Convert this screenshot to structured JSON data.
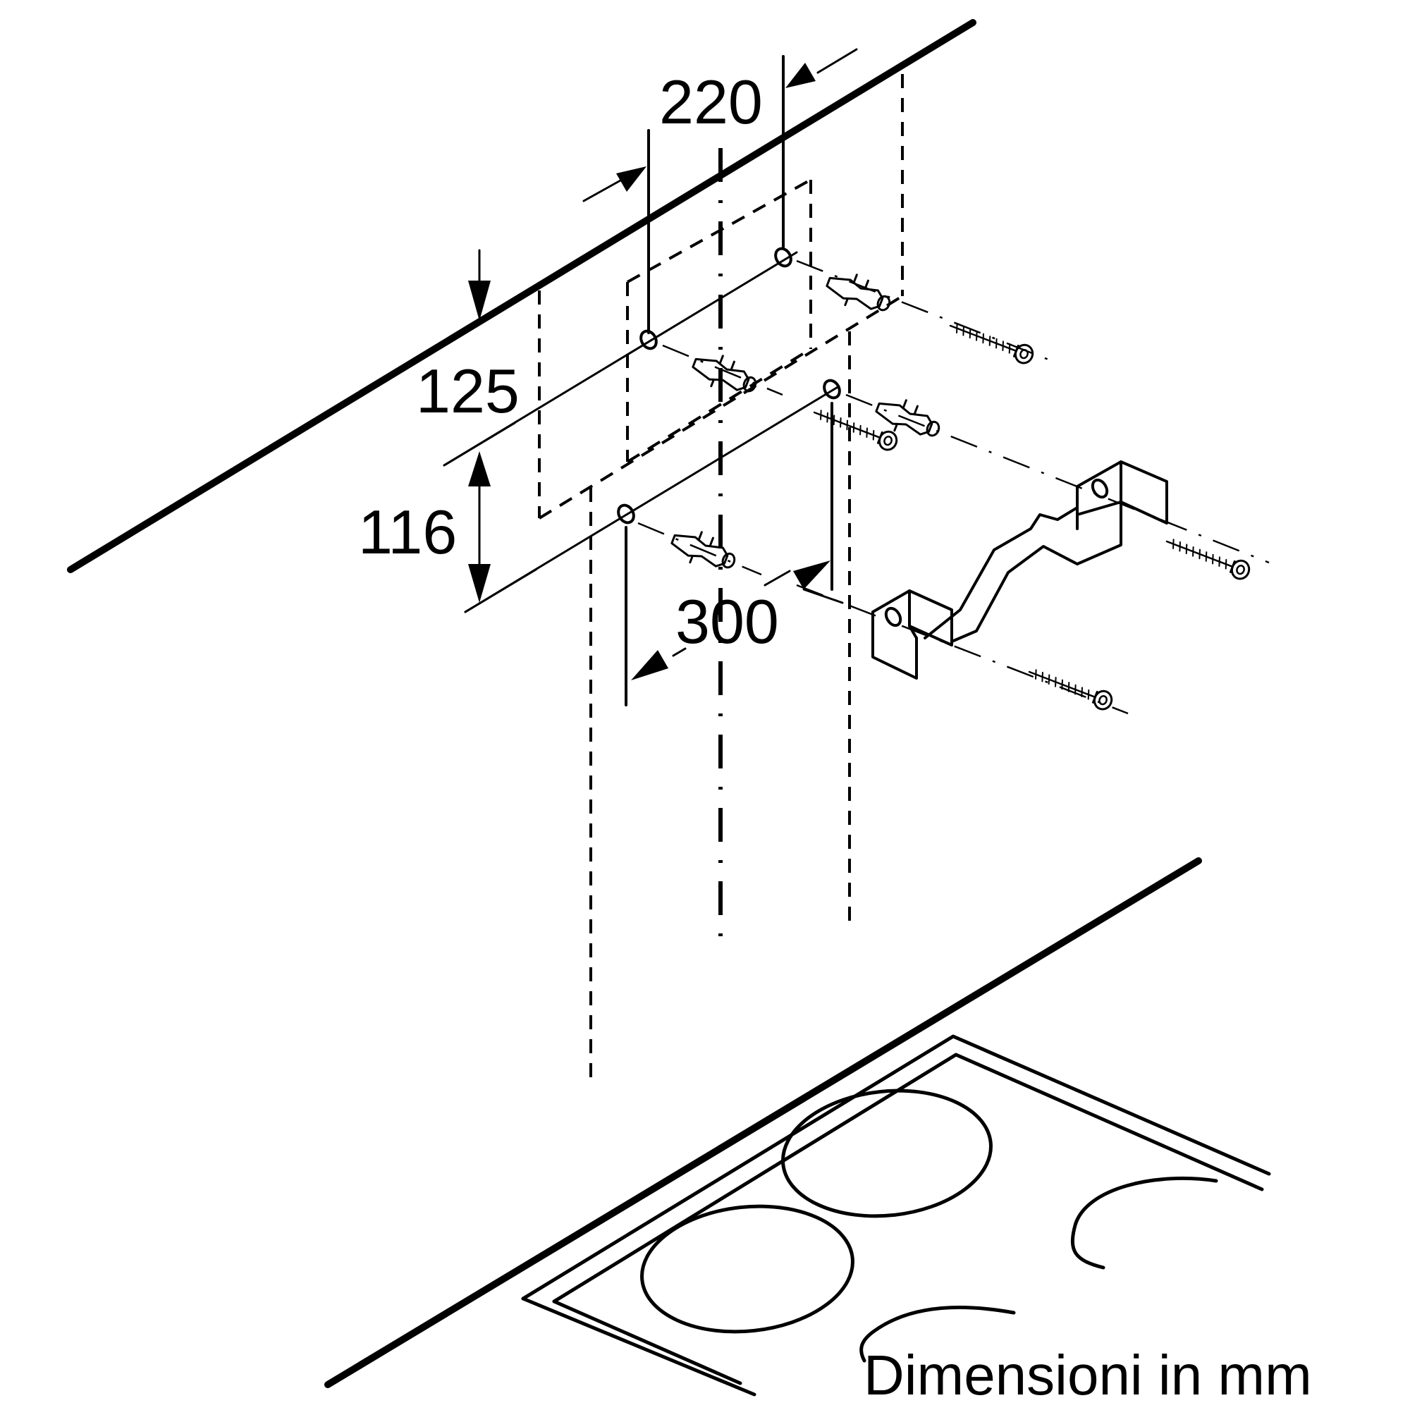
{
  "dimensions": {
    "d220": "220",
    "d125": "125",
    "d116": "116",
    "d300": "300"
  },
  "caption": "Dimensioni in mm"
}
